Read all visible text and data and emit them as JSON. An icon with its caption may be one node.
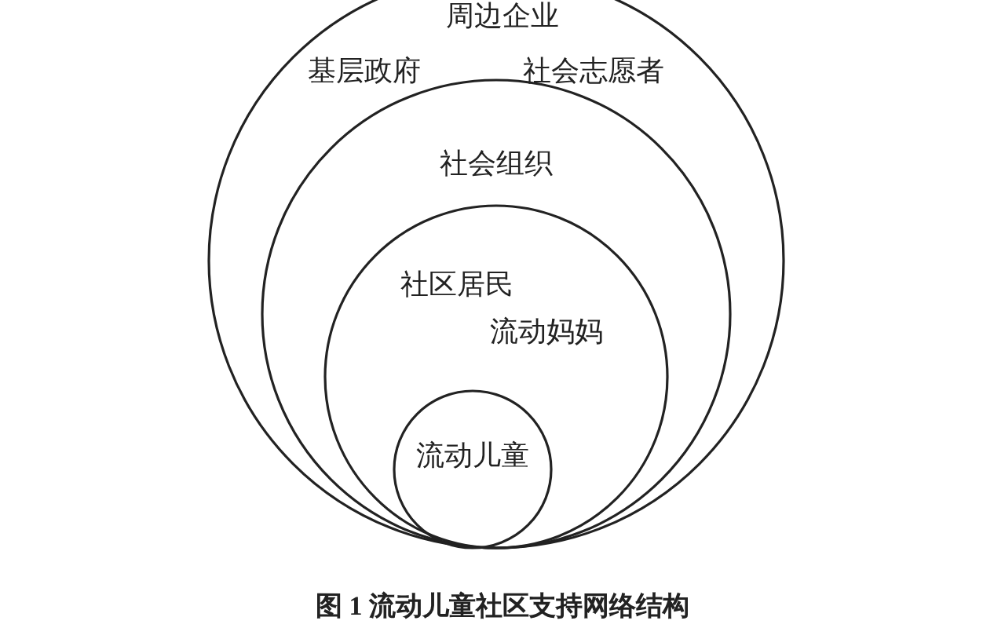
{
  "diagram": {
    "caption": "图 1 流动儿童社区支持网络结构",
    "nodes": [
      {
        "text": [
          "周边企业",
          "基层政府",
          "社会志愿者"
        ]
      },
      {
        "text": [
          "社会组织"
        ],
        "in": 0
      },
      {
        "text": [
          "社区居民",
          "流动妈妈"
        ],
        "in": 1
      },
      {
        "text": [
          "流动儿童"
        ],
        "in": 2
      }
    ]
  }
}
